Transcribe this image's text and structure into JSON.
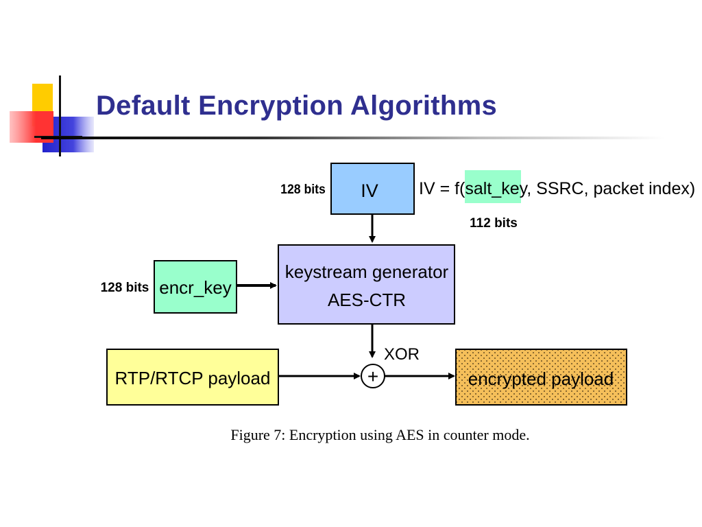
{
  "slide": {
    "title": "Default Encryption Algorithms"
  },
  "diagram": {
    "iv_box": "IV",
    "iv_bits": "128 bits",
    "iv_formula_prefix": "IV = f(",
    "iv_formula_salt": "salt_key",
    "iv_formula_suffix": ", SSRC, packet index)",
    "salt_bits": "112 bits",
    "key_box": "encr_key",
    "key_bits": "128 bits",
    "generator_line1": "keystream generator",
    "generator_line2": "AES-CTR",
    "xor_label": "XOR",
    "xor_symbol": "+",
    "payload_box": "RTP/RTCP payload",
    "encrypted_box": "encrypted payload",
    "caption": "Figure 7: Encryption using AES in counter mode."
  },
  "colors": {
    "title": "#2f2f8f",
    "iv_fill": "#99ccff",
    "key_fill": "#99ffcc",
    "salt_highlight": "#99ffcc",
    "generator_fill": "#ccccff",
    "payload_fill": "#ffff99",
    "encrypted_fill": "#f5bf5a"
  }
}
